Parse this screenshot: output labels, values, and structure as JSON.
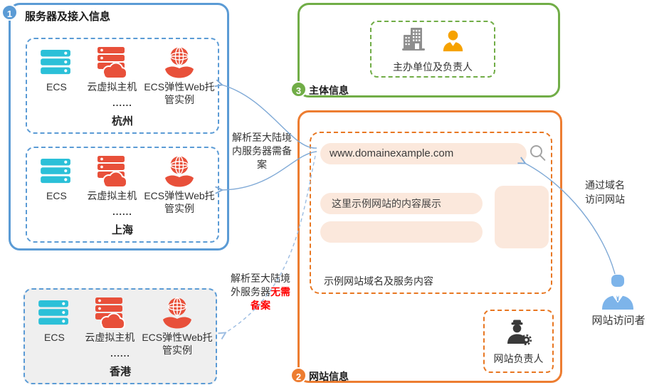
{
  "colors": {
    "blue": "#5b9bd5",
    "green": "#71ad47",
    "orange": "#ed7d31",
    "icon_red": "#e8503a",
    "icon_cyan": "#2bc0d8",
    "peach_fill": "#fbe8dc",
    "visitor_blue": "#7db4ea",
    "arrow_blue": "#7fa9d6",
    "red_text": "#ff0000",
    "hongkong_bg": "#efefef",
    "building_gray": "#8f8f8f",
    "person_orange": "#f6a200",
    "manager_dark": "#3a3a3a"
  },
  "server_box": {
    "badge": "1",
    "title": "服务器及接入信息"
  },
  "regions": [
    {
      "name": "杭州",
      "dots": "......",
      "items": {
        "ecs": "ECS",
        "cloud_host": "云虚拟主机",
        "web": "ECS弹性Web托管实例"
      }
    },
    {
      "name": "上海",
      "dots": "......",
      "items": {
        "ecs": "ECS",
        "cloud_host": "云虚拟主机",
        "web": "ECS弹性Web托管实例"
      }
    },
    {
      "name": "香港",
      "dots": "......",
      "items": {
        "ecs": "ECS",
        "cloud_host": "云虚拟主机",
        "web": "ECS弹性Web托管实例"
      }
    }
  ],
  "subject_box": {
    "badge": "3",
    "title": "主体信息",
    "unit_label": "主办单位及负责人"
  },
  "website_box": {
    "badge": "2",
    "title": "网站信息",
    "address": "www.domainexample.com",
    "content_text": "这里示例网站的内容展示",
    "caption": "示例网站域名及服务内容",
    "manager_label": "网站负责人"
  },
  "annotations": {
    "resolve_inside": "解析至大陆境内服务器需备案",
    "resolve_outside_prefix": "解析至大陆境外服务器",
    "resolve_outside_red": "无需备案",
    "visit_label": "通过域名访问网站",
    "visitor_label": "网站访问者"
  }
}
